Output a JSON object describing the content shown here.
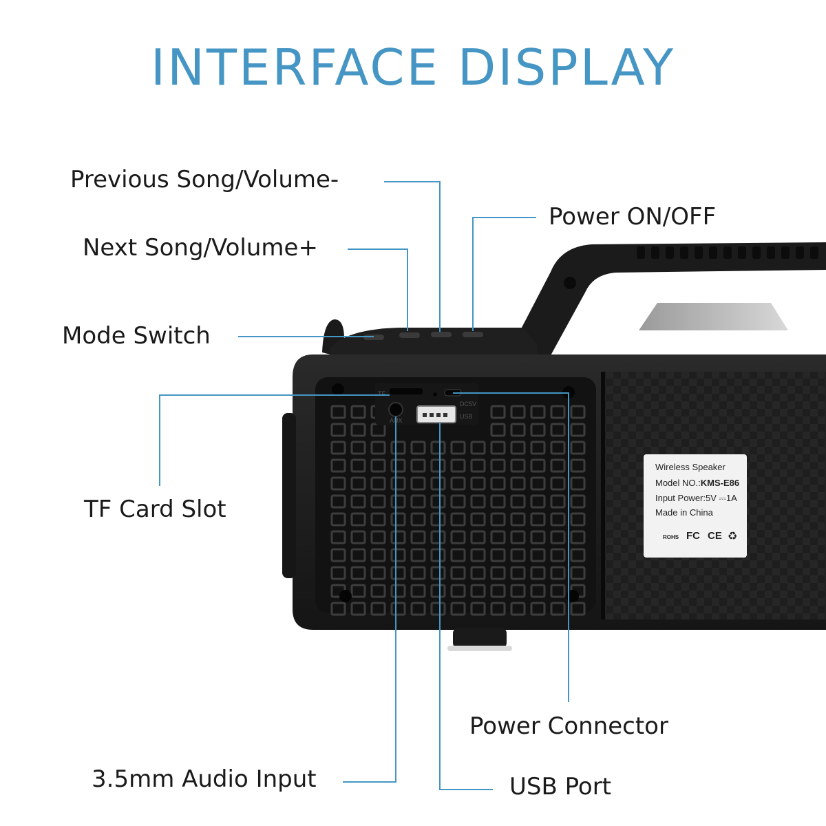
{
  "title": "INTERFACE DISPLAY",
  "callouts": {
    "previous": "Previous Song/Volume-",
    "next": "Next Song/Volume+",
    "mode": "Mode Switch",
    "power": "Power ON/OFF",
    "tf": "TF Card Slot",
    "power_connector": "Power Connector",
    "audio": "3.5mm Audio Input",
    "usb": "USB Port"
  },
  "label_sticker": {
    "line1": "Wireless Speaker",
    "model_prefix": "Model NO.:",
    "model": "KMS-E86",
    "input": "Input Power:5V ⎓1A",
    "origin": "Made in China",
    "rohs": "ROHS",
    "fc": "FC",
    "ce": "CE",
    "recycle": "♻"
  },
  "port_labels": {
    "tf": "TF",
    "aux": "AUX",
    "dc": "DC5V",
    "usb": "USB"
  },
  "colors": {
    "title": "#4596c4",
    "leader": "#4596c4",
    "speaker_body": "#1c1c1c",
    "grille": "#111111",
    "text": "#1a1a1a"
  }
}
